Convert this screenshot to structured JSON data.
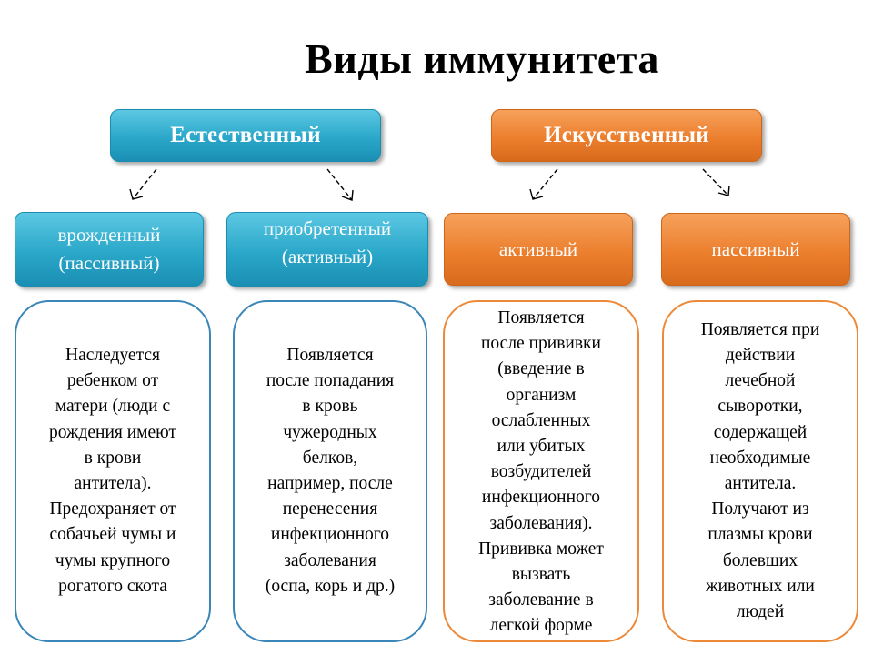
{
  "title": "Виды иммунитета",
  "categories": [
    {
      "label": "Естественный",
      "color": "#2aa7c9",
      "types": [
        {
          "label": "врожденный\n(пассивный)",
          "description": "Наследуется\nребенком от\nматери (люди с\nрождения имеют\nв крови\nантитела).\nПредохраняет от\nсобачьей чумы и\nчумы крупного\nрогатого скота"
        },
        {
          "label": "приобретенный\n(активный)",
          "description": "Появляется\nпосле попадания\nв кровь\nчужеродных\nбелков,\nнапример, после\nперенесения\nинфекционного\nзаболевания\n(оспа, корь и др.)"
        }
      ]
    },
    {
      "label": "Искусственный",
      "color": "#ec7f2e",
      "types": [
        {
          "label": "активный",
          "description": "Появляется\nпосле прививки\n(введение в\nорганизм\nослабленных\nили убитых\nвозбудителей\nинфекционного\nзаболевания).\nПрививка может\nвызвать\nзаболевание в\nлегкой форме"
        },
        {
          "label": "пассивный",
          "description": "Появляется при\nдействии\nлечебной\nсыворотки,\nсодержащей\nнеобходимые\nантитела.\nПолучают из\nплазмы крови\nболевших\nживотных или\nлюдей"
        }
      ]
    }
  ]
}
